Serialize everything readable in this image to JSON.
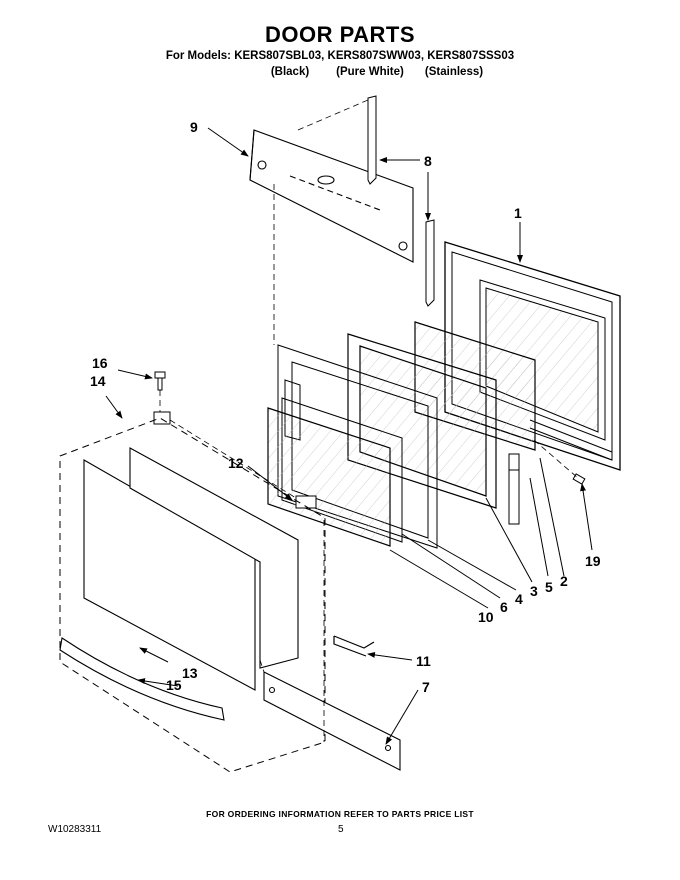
{
  "header": {
    "title": "DOOR PARTS",
    "models": "For Models: KERS807SBL03, KERS807SWW03, KERS807SSS03",
    "variants": [
      "(Black)",
      "(Pure White)",
      "(Stainless)"
    ]
  },
  "callouts": [
    "1",
    "2",
    "3",
    "4",
    "5",
    "6",
    "7",
    "8",
    "9",
    "10",
    "11",
    "12",
    "13",
    "14",
    "15",
    "16",
    "19"
  ],
  "footer": {
    "ordering_info": "FOR ORDERING INFORMATION REFER TO PARTS PRICE LIST",
    "document_number": "W10283311",
    "page_number": "5"
  }
}
